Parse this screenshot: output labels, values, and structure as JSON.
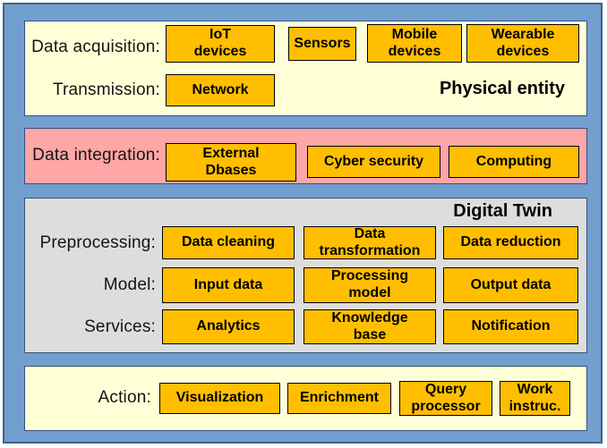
{
  "colors": {
    "background_blue": "#729FCF",
    "panel_yellow": "#FFFFD7",
    "panel_pink": "#FFA6A6",
    "panel_gray": "#DDDDDD",
    "box_orange": "#FFBF00",
    "panel_border": "#35517E",
    "box_border": "#000000"
  },
  "physical": {
    "title": "Physical entity",
    "rows": [
      {
        "label": "Data acquisition:",
        "boxes": [
          "IoT\ndevices",
          "Sensors",
          "Mobile\ndevices",
          "Wearable\ndevices"
        ]
      },
      {
        "label": "Transmission:",
        "boxes": [
          "Network"
        ]
      }
    ]
  },
  "integration": {
    "rows": [
      {
        "label": "Data integration:",
        "boxes": [
          "External\nDbases",
          "Cyber security",
          "Computing"
        ]
      }
    ]
  },
  "digital_twin": {
    "title": "Digital Twin",
    "rows": [
      {
        "label": "Preprocessing:",
        "boxes": [
          "Data cleaning",
          "Data\ntransformation",
          "Data reduction"
        ]
      },
      {
        "label": "Model:",
        "boxes": [
          "Input data",
          "Processing\nmodel",
          "Output data"
        ]
      },
      {
        "label": "Services:",
        "boxes": [
          "Analytics",
          "Knowledge\nbase",
          "Notification"
        ]
      }
    ]
  },
  "action": {
    "rows": [
      {
        "label": "Action:",
        "boxes": [
          "Visualization",
          "Enrichment",
          "Query\nprocessor",
          "Work\ninstruc."
        ]
      }
    ]
  }
}
